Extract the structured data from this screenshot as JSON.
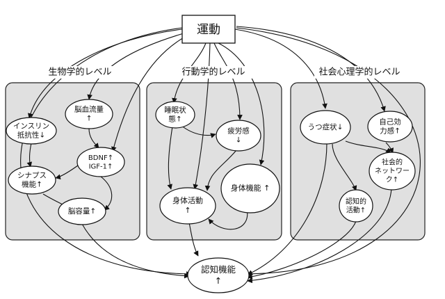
{
  "nodes": {
    "exercise": "運動",
    "insulin": [
      "インスリン",
      "抵抗性↓"
    ],
    "blood_flow": [
      "脳血流量",
      "↑"
    ],
    "bdnf": [
      "BDNF↑",
      "IGF-1↑"
    ],
    "synapse": [
      "シナプス",
      "機能↑"
    ],
    "brain_vol": [
      "脳容量↑"
    ],
    "sleep": [
      "睡眠状",
      "態↑"
    ],
    "fatigue": [
      "疲労感",
      "↓"
    ],
    "phys_act": [
      "身体活動",
      "↑"
    ],
    "phys_func": [
      "身体機能 ↑"
    ],
    "depress": [
      "うつ症状↓"
    ],
    "efficacy": [
      "自己効",
      "力感↑"
    ],
    "social": [
      "社会的",
      "ネットワー",
      "ク↑"
    ],
    "cog_act": [
      "認知的",
      "活動↑"
    ],
    "cognition": [
      "認知機能",
      "↑"
    ]
  },
  "sections": {
    "bio": "生物学的レベル",
    "behav": "行動学的レベル",
    "psych": "社会心理学的レベル"
  },
  "colors": {
    "panel": "#e0e0e0",
    "stroke": "#111111"
  }
}
